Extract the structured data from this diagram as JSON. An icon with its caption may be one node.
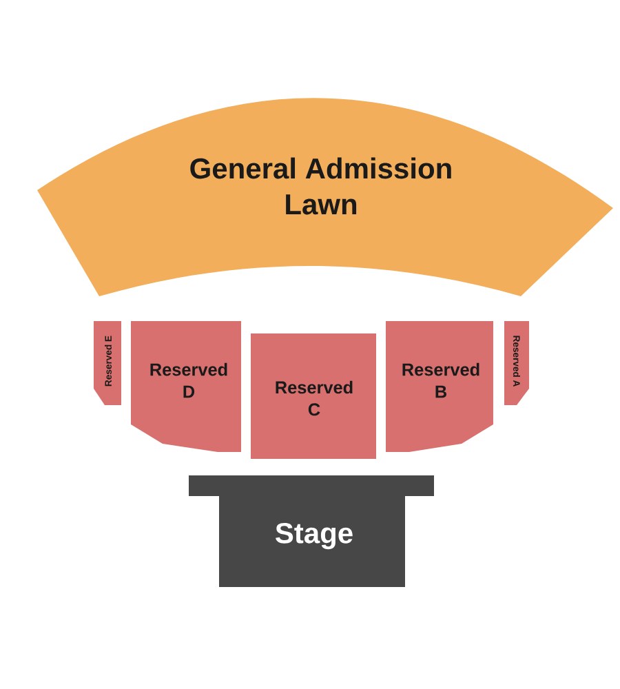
{
  "diagram": {
    "nodes": [
      {
        "text": [
          "General Admission Lawn"
        ]
      },
      {
        "text": [
          "Reserved E"
        ]
      },
      {
        "text": [
          "Reserved D"
        ]
      },
      {
        "text": [
          "Reserved C"
        ]
      },
      {
        "text": [
          "Reserved B"
        ]
      },
      {
        "text": [
          "Reserved A"
        ]
      },
      {
        "text": [
          "Stage"
        ]
      }
    ]
  }
}
